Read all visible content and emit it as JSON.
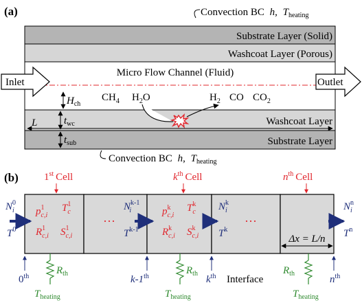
{
  "panel_a": {
    "label": "(a)",
    "convection_top": "Convection BC",
    "convection_bottom": "Convection BC",
    "h": "h",
    "T": "T",
    "heating_sub": "heating",
    "substrate_solid": "Substrate Layer (Solid)",
    "washcoat_porous": "Washcoat Layer (Porous)",
    "channel": "Micro Flow Channel (Fluid)",
    "inlet": "Inlet",
    "outlet": "Outlet",
    "washcoat": "Washcoat Layer",
    "substrate": "Substrate Layer",
    "H": "H",
    "H_sub": "ch",
    "t": "t",
    "t_wc_sub": "wc",
    "t_sub_sub": "sub",
    "L": "L",
    "species": {
      "ch4": "CH",
      "ch4_sub": "4",
      "h2o": "H",
      "h2o_sub": "2",
      "h2o_tail": "O",
      "h2": "H",
      "h2_sub": "2",
      "co": "CO",
      "co2": "CO",
      "co2_sub": "2"
    }
  },
  "panel_b": {
    "label": "(b)",
    "cell_first_num": "1",
    "cell_first_sup": "st",
    "cell_k_num": "k",
    "cell_k_sup": "th",
    "cell_n_num": "n",
    "cell_n_sup": "th",
    "cell_word": "Cell",
    "N": "N",
    "T": "T",
    "p": "p",
    "R": "R",
    "S": "S",
    "sub_ci": "c,i",
    "sub_c": "c",
    "sup_0": "0",
    "sup_1": "1",
    "sup_k": "k",
    "sup_k1": "k-1",
    "sup_n": "n",
    "sub_i": "i",
    "dots": "···",
    "dx": "Δx = L/n",
    "th": "th",
    "idx_0": "0",
    "idx_k1": "k-1",
    "idx_k": "k",
    "idx_n": "n",
    "interface": "Interface",
    "R_th": "R",
    "R_th_sub": "th",
    "T_heating": "T",
    "T_heating_sub": "heating"
  },
  "colors": {
    "red": "#e0242b",
    "navy": "#1f2f7a",
    "green": "#2f8a2f",
    "layer_gray": "#d6d6d6",
    "substrate_gray": "#b4b4b4"
  }
}
